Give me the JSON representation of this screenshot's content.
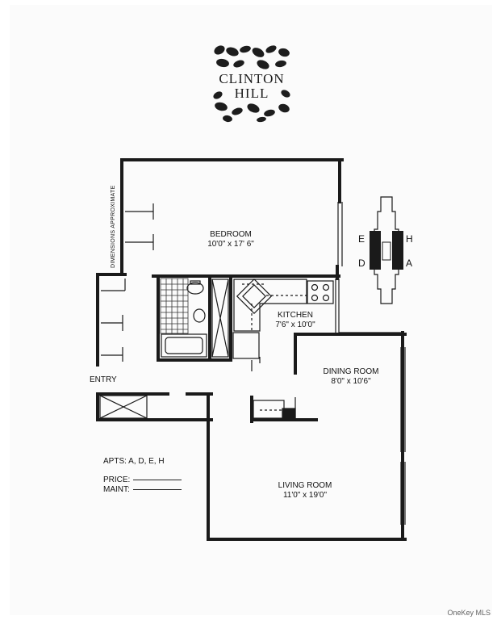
{
  "logo": {
    "line1": "CLINTON",
    "line2": "HILL"
  },
  "rooms": {
    "bedroom": {
      "name": "BEDROOM",
      "size": "10'0\" x 17' 6\""
    },
    "kitchen": {
      "name": "KITCHEN",
      "size": "7'6\" x 10'0\""
    },
    "dining": {
      "name": "DINING ROOM",
      "size": "8'0\" x 10'6\""
    },
    "living": {
      "name": "LIVING ROOM",
      "size": "11'0\" x 19'0\""
    }
  },
  "entry_label": "ENTRY",
  "dimensions_note": "DIMENSIONS APPROXIMATE",
  "apts": "APTS:  A, D, E, H",
  "price_label": "PRICE:",
  "maint_label": "MAINT:",
  "compass": {
    "e": "E",
    "h": "H",
    "d": "D",
    "a": "A"
  },
  "footer": "OneKey MLS"
}
